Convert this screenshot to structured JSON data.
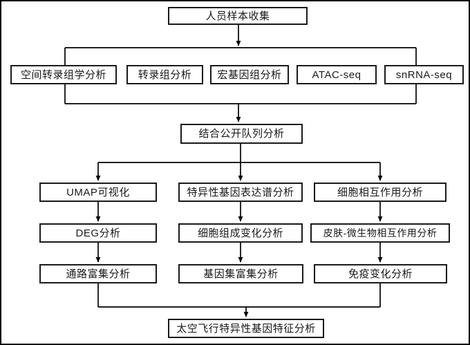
{
  "diagram": {
    "type": "flowchart",
    "background_color": "#ffffff",
    "line_color": "#000000",
    "box_border_color": "#1a1a1a",
    "text_color": "#1a1a1a",
    "nodes": {
      "sample_collection": {
        "label": "人员样本收集"
      },
      "spatial_transcriptomics": {
        "label": "空间转录组学分析"
      },
      "transcriptome": {
        "label": "转录组分析"
      },
      "metagenome": {
        "label": "宏基因组分析"
      },
      "atac_seq": {
        "label": "ATAC-seq"
      },
      "snrna_seq": {
        "label": "snRNA-seq"
      },
      "public_cohort": {
        "label": "结合公开队列分析"
      },
      "umap": {
        "label": "UMAP可视化"
      },
      "specific_gene_expression": {
        "label": "特异性基因表达谱分析"
      },
      "cell_interaction": {
        "label": "细胞相互作用分析"
      },
      "deg": {
        "label": "DEG分析"
      },
      "cell_composition": {
        "label": "细胞组成变化分析"
      },
      "skin_microbe_interaction": {
        "label": "皮肤-微生物相互作用分析"
      },
      "pathway_enrichment": {
        "label": "通路富集分析"
      },
      "gene_set_enrichment": {
        "label": "基因集富集分析"
      },
      "immune_change": {
        "label": "免疫变化分析"
      },
      "spaceflight_signature": {
        "label": "太空飞行特异性基因特征分析"
      }
    },
    "edges": [
      {
        "from": "sample_collection",
        "to": "spatial_transcriptomics"
      },
      {
        "from": "sample_collection",
        "to": "transcriptome"
      },
      {
        "from": "sample_collection",
        "to": "metagenome"
      },
      {
        "from": "sample_collection",
        "to": "atac_seq"
      },
      {
        "from": "sample_collection",
        "to": "snrna_seq"
      },
      {
        "from": "spatial_transcriptomics",
        "to": "public_cohort"
      },
      {
        "from": "transcriptome",
        "to": "public_cohort"
      },
      {
        "from": "metagenome",
        "to": "public_cohort"
      },
      {
        "from": "atac_seq",
        "to": "public_cohort"
      },
      {
        "from": "snrna_seq",
        "to": "public_cohort"
      },
      {
        "from": "public_cohort",
        "to": "umap"
      },
      {
        "from": "public_cohort",
        "to": "specific_gene_expression"
      },
      {
        "from": "public_cohort",
        "to": "cell_interaction"
      },
      {
        "from": "umap",
        "to": "deg"
      },
      {
        "from": "deg",
        "to": "pathway_enrichment"
      },
      {
        "from": "specific_gene_expression",
        "to": "cell_composition"
      },
      {
        "from": "cell_composition",
        "to": "gene_set_enrichment"
      },
      {
        "from": "cell_interaction",
        "to": "skin_microbe_interaction"
      },
      {
        "from": "skin_microbe_interaction",
        "to": "immune_change"
      },
      {
        "from": "pathway_enrichment",
        "to": "spaceflight_signature"
      },
      {
        "from": "gene_set_enrichment",
        "to": "spaceflight_signature"
      },
      {
        "from": "immune_change",
        "to": "spaceflight_signature"
      }
    ]
  }
}
